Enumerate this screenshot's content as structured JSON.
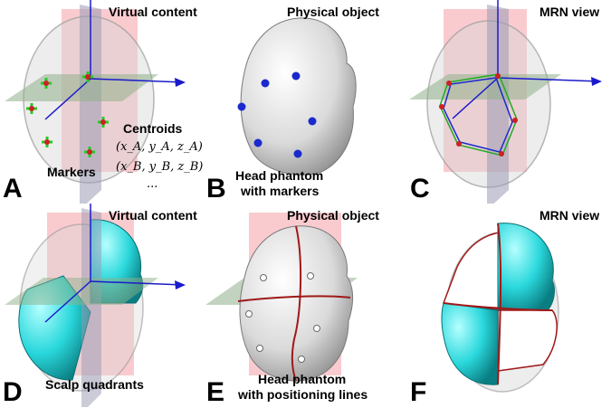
{
  "panels": [
    {
      "letter": "A",
      "title": "Virtual content",
      "caption": "Markers",
      "label": "Centroids",
      "coords": [
        "(x_A, y_A, z_A)",
        "(x_B, y_B, z_B)",
        "..."
      ]
    },
    {
      "letter": "B",
      "title": "Physical object",
      "caption_lines": [
        "Head phantom",
        "with markers"
      ]
    },
    {
      "letter": "C",
      "title": "MRN view"
    },
    {
      "letter": "D",
      "title": "Virtual content",
      "caption": "Scalp quadrants"
    },
    {
      "letter": "E",
      "title": "Physical object",
      "caption_lines": [
        "Head phantom",
        "with positioning lines"
      ]
    },
    {
      "letter": "F",
      "title": "MRN view"
    }
  ],
  "colors": {
    "sagittal_plane": "#f4a0a8",
    "coronal_plane": "#9a9ab4",
    "axial_plane": "#8fb08a",
    "axis": "#1a1acc",
    "marker_cross": "#22cc22",
    "marker_dot": "#cc2222",
    "phantom_marker": "#1a2acc",
    "scalp": "#2ad8dc",
    "positioning_line": "#a01818",
    "head_surface": "#e6e6e6"
  }
}
